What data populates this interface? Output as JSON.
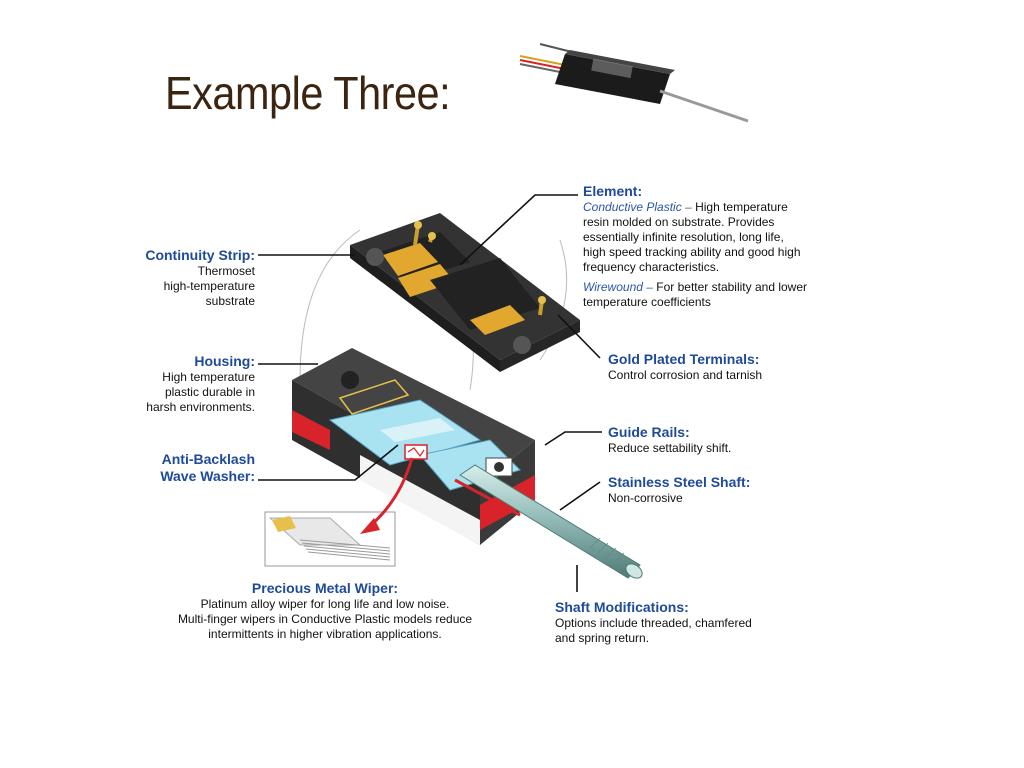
{
  "slide": {
    "title": "Example Three:"
  },
  "photo": {
    "label": "product-photo"
  },
  "callouts": {
    "element": {
      "title": "Element:",
      "cp_term": "Conductive Plastic –",
      "cp_line1": " High temperature",
      "cp_line2": " resin molded on substrate. Provides",
      "cp_line3": "essentially infinite resolution, long life,",
      "cp_line4": " high speed tracking ability and good high",
      "cp_line5": "frequency characteristics.",
      "ww_term": "Wirewound –",
      "ww_line1": " For better stability and lower",
      "ww_line2": "temperature coefficients"
    },
    "continuity_strip": {
      "title": "Continuity Strip:",
      "line1": "Thermoset",
      "line2": "high-temperature",
      "line3": "substrate"
    },
    "gold_terminals": {
      "title": "Gold Plated Terminals:",
      "line1": "Control corrosion and tarnish"
    },
    "housing": {
      "title": "Housing:",
      "line1": "High temperature",
      "line2": "plastic durable in",
      "line3": "harsh environments."
    },
    "guide_rails": {
      "title": "Guide Rails:",
      "line1": "Reduce settability shift."
    },
    "anti_backlash": {
      "title1": "Anti-Backlash",
      "title2": "Wave Washer:"
    },
    "stainless_shaft": {
      "title": "Stainless Steel Shaft:",
      "line1": "Non-corrosive"
    },
    "wiper": {
      "title": "Precious Metal Wiper:",
      "line1": "Platinum alloy wiper for long life and low noise.",
      "line2": "Multi-finger wipers in Conductive Plastic models reduce",
      "line3": "intermittents in higher vibration applications."
    },
    "shaft_mods": {
      "title": "Shaft Modifications:",
      "line1": "Options include threaded, chamfered",
      "line2": "and spring return."
    }
  },
  "colors": {
    "title": "#3b2410",
    "callout_title": "#1f4a9a",
    "red_accent": "#d9232b",
    "housing": "#3a3a3a",
    "cyan_rail": "#a9e3f2"
  }
}
